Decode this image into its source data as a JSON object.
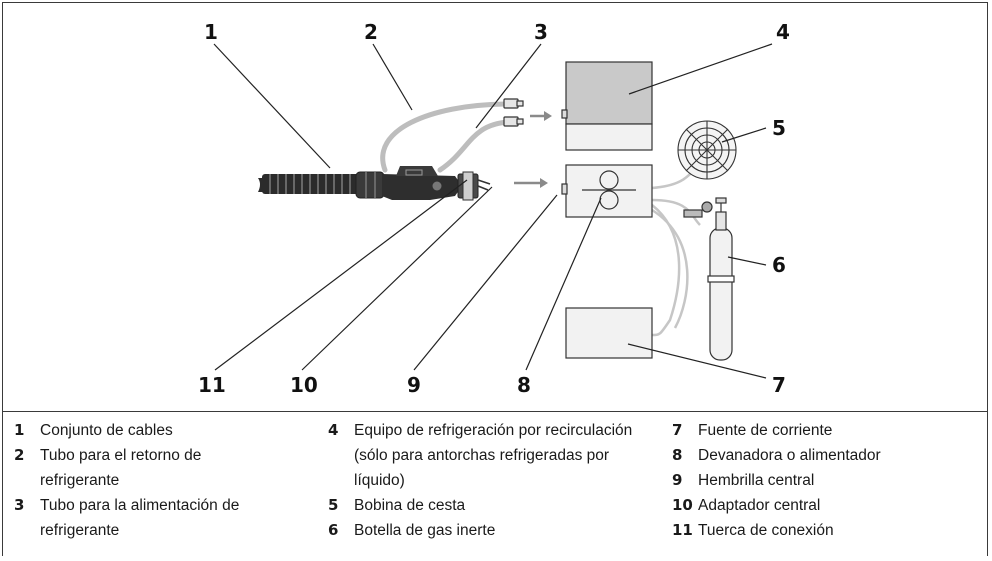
{
  "callouts": {
    "c1": "1",
    "c2": "2",
    "c3": "3",
    "c4": "4",
    "c5": "5",
    "c6": "6",
    "c7": "7",
    "c8": "8",
    "c9": "9",
    "c10": "10",
    "c11": "11"
  },
  "legend": {
    "col1": [
      {
        "num": "1",
        "text": "Conjunto de cables"
      },
      {
        "num": "2",
        "text": "Tubo para el retorno de refrigerante"
      },
      {
        "num": "3",
        "text": "Tubo para la alimentación de refrigerante"
      }
    ],
    "col2": [
      {
        "num": "4",
        "text": "Equipo de refrigeración por recirculación (sólo para antorchas refrigeradas por líquido)"
      },
      {
        "num": "5",
        "text": "Bobina de cesta"
      },
      {
        "num": "6",
        "text": "Botella de gas inerte"
      }
    ],
    "col3": [
      {
        "num": "7",
        "text": "Fuente de corriente"
      },
      {
        "num": "8",
        "text": "Devanadora o alimentador"
      },
      {
        "num": "9",
        "text": "Hembrilla central"
      },
      {
        "num": "10",
        "text": "Adaptador central"
      },
      {
        "num": "11",
        "text": "Tuerca de conexión"
      }
    ]
  },
  "colors": {
    "device_fill": "#f2f2f2",
    "device_top": "#c9c9c9",
    "stroke": "#333333",
    "hose": "#bdbdbd",
    "torch": "#2b2b2b",
    "arrow": "#8a8a8a"
  }
}
